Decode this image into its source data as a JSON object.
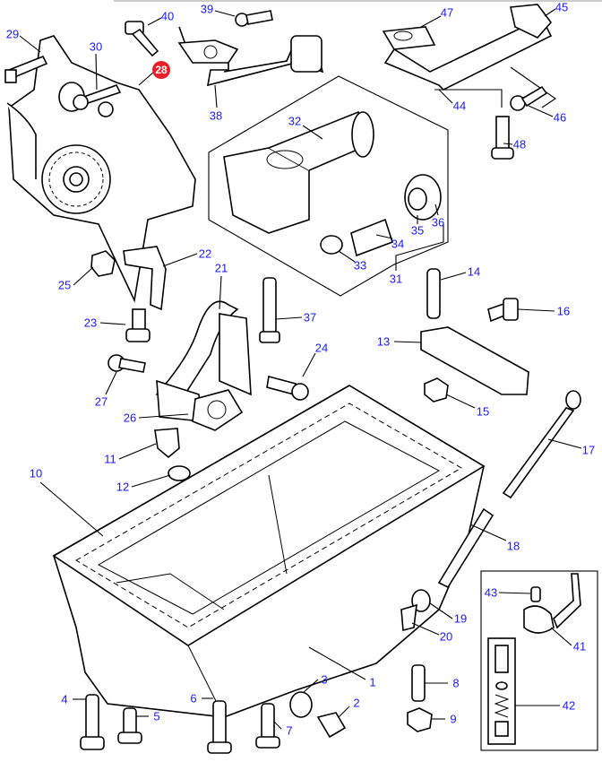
{
  "diagram": {
    "highlighted_callout": "28",
    "highlight_color": "#e8202a",
    "label_color": "#1a1aff",
    "callouts": [
      "1",
      "2",
      "3",
      "4",
      "5",
      "6",
      "7",
      "8",
      "9",
      "10",
      "11",
      "12",
      "13",
      "14",
      "15",
      "16",
      "17",
      "18",
      "19",
      "20",
      "21",
      "22",
      "23",
      "24",
      "25",
      "26",
      "27",
      "28",
      "29",
      "30",
      "31",
      "32",
      "33",
      "34",
      "35",
      "36",
      "37",
      "38",
      "39",
      "40",
      "41",
      "42",
      "43",
      "44",
      "45",
      "46",
      "47",
      "48"
    ]
  }
}
